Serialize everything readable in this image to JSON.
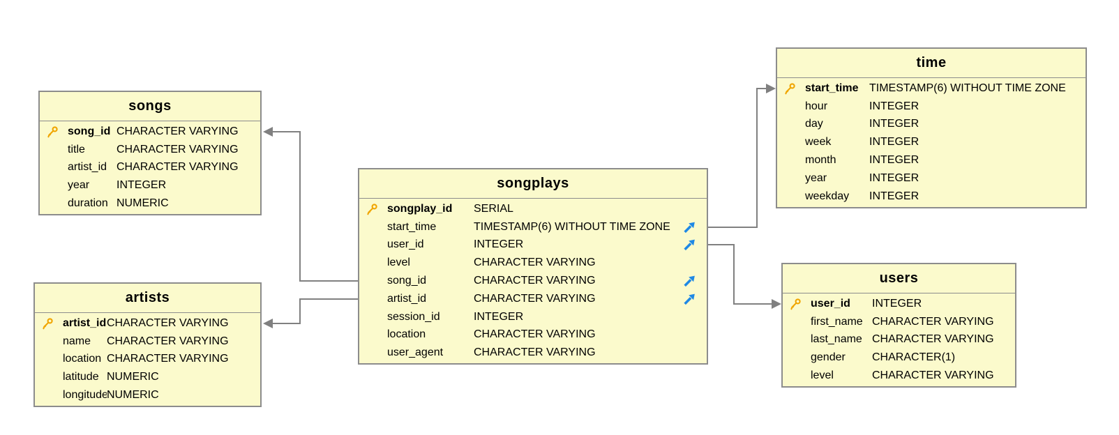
{
  "diagram": {
    "type": "entity-relationship",
    "tables": [
      {
        "name": "songs",
        "columns": [
          {
            "name": "song_id",
            "type": "CHARACTER VARYING",
            "pk": true
          },
          {
            "name": "title",
            "type": "CHARACTER VARYING"
          },
          {
            "name": "artist_id",
            "type": "CHARACTER VARYING"
          },
          {
            "name": "year",
            "type": "INTEGER"
          },
          {
            "name": "duration",
            "type": "NUMERIC"
          }
        ]
      },
      {
        "name": "artists",
        "columns": [
          {
            "name": "artist_id",
            "type": "CHARACTER VARYING",
            "pk": true
          },
          {
            "name": "name",
            "type": "CHARACTER VARYING"
          },
          {
            "name": "location",
            "type": "CHARACTER VARYING"
          },
          {
            "name": "latitude",
            "type": "NUMERIC"
          },
          {
            "name": "longitude",
            "type": "NUMERIC"
          }
        ]
      },
      {
        "name": "songplays",
        "columns": [
          {
            "name": "songplay_id",
            "type": "SERIAL",
            "pk": true
          },
          {
            "name": "start_time",
            "type": "TIMESTAMP(6) WITHOUT TIME ZONE",
            "fk": true
          },
          {
            "name": "user_id",
            "type": "INTEGER",
            "fk": true
          },
          {
            "name": "level",
            "type": "CHARACTER VARYING"
          },
          {
            "name": "song_id",
            "type": "CHARACTER VARYING",
            "fk": true
          },
          {
            "name": "artist_id",
            "type": "CHARACTER VARYING",
            "fk": true
          },
          {
            "name": "session_id",
            "type": "INTEGER"
          },
          {
            "name": "location",
            "type": "CHARACTER VARYING"
          },
          {
            "name": "user_agent",
            "type": "CHARACTER VARYING"
          }
        ]
      },
      {
        "name": "time",
        "columns": [
          {
            "name": "start_time",
            "type": "TIMESTAMP(6) WITHOUT TIME ZONE",
            "pk": true
          },
          {
            "name": "hour",
            "type": "INTEGER"
          },
          {
            "name": "day",
            "type": "INTEGER"
          },
          {
            "name": "week",
            "type": "INTEGER"
          },
          {
            "name": "month",
            "type": "INTEGER"
          },
          {
            "name": "year",
            "type": "INTEGER"
          },
          {
            "name": "weekday",
            "type": "INTEGER"
          }
        ]
      },
      {
        "name": "users",
        "columns": [
          {
            "name": "user_id",
            "type": "INTEGER",
            "pk": true
          },
          {
            "name": "first_name",
            "type": "CHARACTER VARYING"
          },
          {
            "name": "last_name",
            "type": "CHARACTER VARYING"
          },
          {
            "name": "gender",
            "type": "CHARACTER(1)"
          },
          {
            "name": "level",
            "type": "CHARACTER VARYING"
          }
        ]
      }
    ],
    "relations": [
      {
        "from_table": "songplays",
        "from_column": "song_id",
        "to_table": "songs",
        "to_column": "song_id"
      },
      {
        "from_table": "songplays",
        "from_column": "artist_id",
        "to_table": "artists",
        "to_column": "artist_id"
      },
      {
        "from_table": "songplays",
        "from_column": "start_time",
        "to_table": "time",
        "to_column": "start_time"
      },
      {
        "from_table": "songplays",
        "from_column": "user_id",
        "to_table": "users",
        "to_column": "user_id"
      }
    ],
    "colors": {
      "table_fill": "#FBFACC",
      "table_border": "#8C8C8C",
      "connector": "#808080",
      "primary_key_icon": "#F0A500",
      "foreign_key_icon": "#1E88E5"
    }
  }
}
